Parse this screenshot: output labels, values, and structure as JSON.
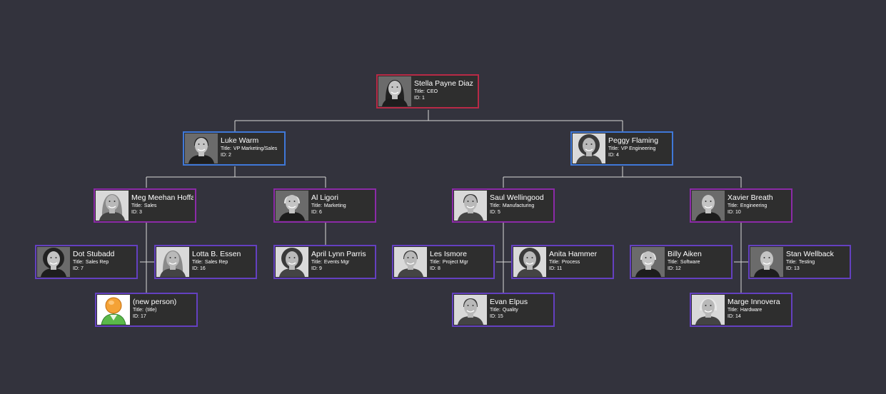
{
  "labels": {
    "title": "Title:",
    "id": "ID:"
  },
  "colors": {
    "background": "#33333d",
    "card": "#2e2e2e",
    "level0": "#b82a46",
    "level1": "#3f78d8",
    "level2": "#8c2aa8",
    "level3": "#6440c0",
    "link": "#d8d8d8"
  },
  "people": [
    {
      "name": "Stella Payne Diaz",
      "title": "CEO",
      "id": "1",
      "level": 0,
      "icon": "portrait-woman-dark-hair-icon",
      "photo": "dark"
    },
    {
      "name": "Luke Warm",
      "title": "VP Marketing/Sales",
      "id": "2",
      "level": 1,
      "icon": "portrait-man-icon",
      "photo": "dark"
    },
    {
      "name": "Peggy Flaming",
      "title": "VP Engineering",
      "id": "4",
      "level": 1,
      "icon": "portrait-woman-curly-hair-icon",
      "photo": "light"
    },
    {
      "name": "Meg Meehan Hoffa",
      "title": "Sales",
      "id": "3",
      "level": 2,
      "icon": "portrait-woman-long-hair-icon",
      "photo": "light"
    },
    {
      "name": "Al Ligori",
      "title": "Marketing",
      "id": "6",
      "level": 2,
      "icon": "portrait-man-older-icon",
      "photo": "dark"
    },
    {
      "name": "Saul Wellingood",
      "title": "Manufacturing",
      "id": "5",
      "level": 2,
      "icon": "portrait-man-smiling-icon",
      "photo": "light"
    },
    {
      "name": "Xavier Breath",
      "title": "Engineering",
      "id": "10",
      "level": 2,
      "icon": "portrait-man-bald-icon",
      "photo": "dark"
    },
    {
      "name": "Dot Stubadd",
      "title": "Sales Rep",
      "id": "7",
      "level": 3,
      "icon": "portrait-woman-curly-hair-icon",
      "photo": "dark"
    },
    {
      "name": "Lotta B. Essen",
      "title": "Sales Rep",
      "id": "16",
      "level": 3,
      "icon": "portrait-woman-long-hair-icon",
      "photo": "light"
    },
    {
      "name": "(new person)",
      "title": "(title)",
      "id": "17",
      "level": 3,
      "icon": "new-person-avatar-icon",
      "photo": "white"
    },
    {
      "name": "April Lynn Parris",
      "title": "Events Mgr",
      "id": "9",
      "level": 3,
      "icon": "portrait-woman-curly-hair-icon",
      "photo": "light"
    },
    {
      "name": "Les Ismore",
      "title": "Project Mgr",
      "id": "8",
      "level": 3,
      "icon": "portrait-man-smiling-icon",
      "photo": "light"
    },
    {
      "name": "Anita Hammer",
      "title": "Process",
      "id": "11",
      "level": 3,
      "icon": "portrait-woman-curly-hair-icon",
      "photo": "light"
    },
    {
      "name": "Evan Elpus",
      "title": "Quality",
      "id": "15",
      "level": 3,
      "icon": "portrait-man-icon",
      "photo": "light"
    },
    {
      "name": "Billy Aiken",
      "title": "Software",
      "id": "12",
      "level": 3,
      "icon": "portrait-man-older-icon",
      "photo": "dark"
    },
    {
      "name": "Stan Wellback",
      "title": "Testing",
      "id": "13",
      "level": 3,
      "icon": "portrait-man-bald-icon",
      "photo": "dark"
    },
    {
      "name": "Marge Innovera",
      "title": "Hardware",
      "id": "14",
      "level": 3,
      "icon": "portrait-woman-short-hair-icon",
      "photo": "light"
    }
  ]
}
